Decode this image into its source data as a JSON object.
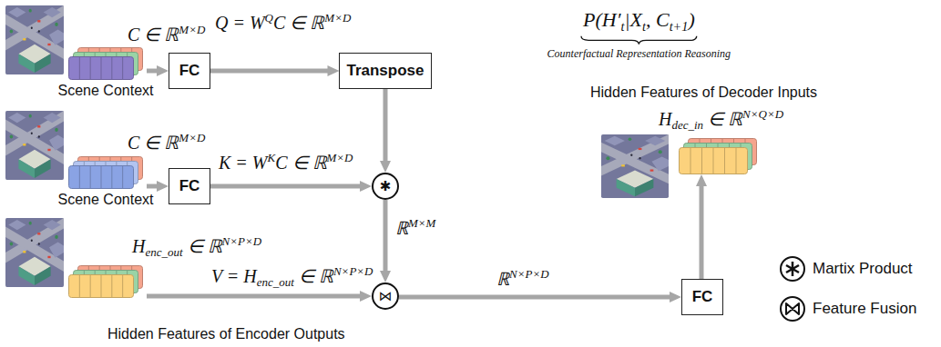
{
  "diagram": {
    "nodes": [
      {
        "text": [
          "C ∈ ℝ",
          "M×D",
          "Scene Context"
        ]
      },
      {
        "text": [
          "FC"
        ]
      },
      {
        "text": [
          "Transpose"
        ]
      },
      {
        "text": [
          "C ∈ ℝ",
          "M×D",
          "Scene Context"
        ]
      },
      {
        "text": [
          "FC"
        ]
      },
      {
        "text": [
          "✱"
        ]
      },
      {
        "text": [
          "H",
          "enc_out",
          "∈ ℝ",
          "N×P×D",
          "Hidden Features of Encoder Outputs"
        ]
      },
      {
        "text": [
          "⋈"
        ]
      },
      {
        "text": [
          "FC"
        ]
      },
      {
        "text": [
          "Hidden Features of Decoder Inputs",
          "H",
          "dec_in",
          "∈ ℝ",
          "N×Q×D"
        ]
      }
    ],
    "edges": [
      {
        "from": 0,
        "to": 1,
        "arrow": "to"
      },
      {
        "from": 1,
        "to": 2,
        "arrow": "to"
      },
      {
        "from": 3,
        "to": 4,
        "arrow": "to"
      },
      {
        "from": 4,
        "to": 5,
        "arrow": "to"
      },
      {
        "from": 2,
        "to": 5,
        "arrow": "to"
      },
      {
        "from": 5,
        "to": 7,
        "arrow": "to"
      },
      {
        "from": 6,
        "to": 7,
        "arrow": "to"
      },
      {
        "from": 7,
        "to": 8,
        "arrow": "to"
      },
      {
        "from": 8,
        "to": 9,
        "arrow": "to"
      }
    ],
    "labels": [
      "Q = W",
      "Q",
      "C ∈ ℝ",
      "M×D",
      "K = W",
      "K",
      "C ∈ ℝ",
      "M×D",
      "V = H",
      "enc_out",
      "∈ ℝ",
      "N×P×D",
      "ℝ",
      "M×M",
      "ℝ",
      "N×P×D",
      "P(H′",
      "t",
      "|X",
      "t",
      ", C",
      "t+1",
      ")",
      "Counterfactual Representation Reasoning"
    ],
    "legend": [
      {
        "text": "Martix Product"
      },
      {
        "text": "Feature Fusion"
      }
    ]
  }
}
